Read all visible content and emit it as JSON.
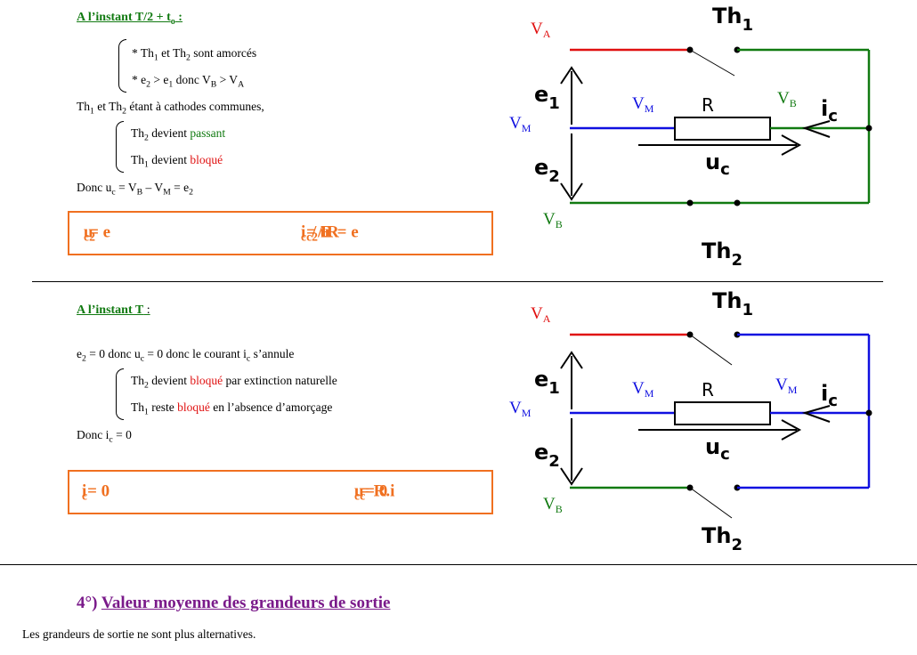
{
  "section1": {
    "heading": "A l’instant T/2 + t",
    "heading_sub": "o",
    "heading_tail": " :",
    "cond1_a": "* Th",
    "cond1_s1": "1",
    "cond1_b": " et Th",
    "cond1_s2": "2",
    "cond1_c": " sont amorcés",
    "cond2_a": "* e",
    "cond2_s1": "2",
    "cond2_b": " > e",
    "cond2_s2": "1",
    "cond2_c": " donc V",
    "cond2_s3": "B",
    "cond2_d": " > V",
    "cond2_s4": "A",
    "cathode_a": "Th",
    "cathode_s1": "1",
    "cathode_b": " et Th",
    "cathode_s2": "2",
    "cathode_c": " étant à cathodes communes,",
    "th2_a": "Th",
    "th2_s": "2",
    "th2_b": " devient ",
    "th2_state": "passant",
    "th1_a": "Th",
    "th1_s": "1",
    "th1_b": " devient ",
    "th1_state": "bloqué",
    "donc_a": "Donc u",
    "donc_s1": "c",
    "donc_b": " = V",
    "donc_s2": "B",
    "donc_c": " – V",
    "donc_s3": "M",
    "donc_d": " = e",
    "donc_s4": "2",
    "f1_a": "u",
    "f1_s1": "c",
    "f1_b": " = e",
    "f1_s2": "2",
    "f2_a": "i",
    "f2_s1": "c",
    "f2_b": " = u",
    "f2_s2": "c",
    "f2_c": " / R = e",
    "f2_s3": "2",
    "f2_d": " / R"
  },
  "section2": {
    "heading": "A l’instant T",
    "heading_tail": " :",
    "line1_a": "e",
    "line1_s1": "2",
    "line1_b": " = 0  donc u",
    "line1_s2": "c",
    "line1_c": " = 0 donc le courant i",
    "line1_s3": "c",
    "line1_d": " s’annule",
    "th2_a": "Th",
    "th2_s": "2",
    "th2_b": " devient ",
    "th2_state": "bloqué",
    "th2_c": " par extinction naturelle",
    "th1_a": "Th",
    "th1_s": "1",
    "th1_b": " reste ",
    "th1_state": "bloqué",
    "th1_c": " en l’absence d’amorçage",
    "donc_a": "Donc i",
    "donc_s": "c",
    "donc_b": " = 0",
    "f1_a": "i",
    "f1_s": "c",
    "f1_b": " = 0",
    "f2_a": "u",
    "f2_s1": "c",
    "f2_b": " = R.i",
    "f2_s2": "c",
    "f2_c": " = 0"
  },
  "section3": {
    "number": "4°) ",
    "title": "Valeur moyenne des grandeurs de sortie",
    "text": "Les grandeurs de sortie ne sont plus alternatives."
  },
  "circuit1": {
    "VA": "V",
    "VA_s": "A",
    "VM": "V",
    "VM_s": "M",
    "VB": "V",
    "VB_s": "B",
    "VBr": "V",
    "VBr_s": "B",
    "Th1": "Th",
    "Th1_s": "1",
    "Th2": "Th",
    "Th2_s": "2",
    "e1": "e",
    "e1_s": "1",
    "e2": "e",
    "e2_s": "2",
    "R": "R",
    "uc": "u",
    "uc_s": "c",
    "ic": "i",
    "ic_s": "c",
    "right_color": "#117a11"
  },
  "circuit2": {
    "VA": "V",
    "VA_s": "A",
    "VM": "V",
    "VM_s": "M",
    "VB": "V",
    "VB_s": "B",
    "VMr": "V",
    "VMr_s": "M",
    "Th1": "Th",
    "Th1_s": "1",
    "Th2": "Th",
    "Th2_s": "2",
    "e1": "e",
    "e1_s": "1",
    "e2": "e",
    "e2_s": "2",
    "R": "R",
    "uc": "u",
    "uc_s": "c",
    "ic": "i",
    "ic_s": "c",
    "right_color": "#1010e0"
  },
  "colors": {
    "red": "#e01010",
    "blue": "#1010e0",
    "green": "#117a11",
    "orange": "#f07020",
    "purple": "#7a1a8a"
  }
}
